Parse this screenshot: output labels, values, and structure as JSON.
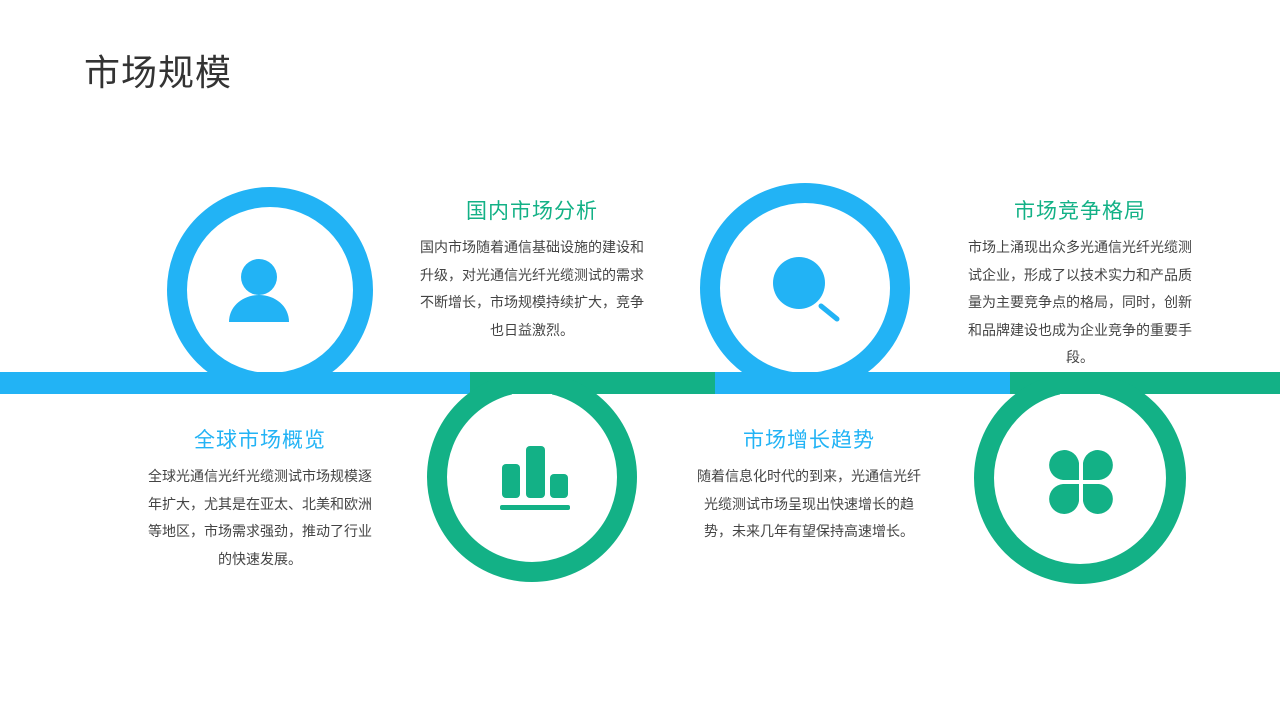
{
  "page": {
    "title": "市场规模"
  },
  "colors": {
    "blue": "#22b3f5",
    "green": "#13b186",
    "text": "#444444",
    "title": "#333333"
  },
  "steps": [
    {
      "heading": "全球市场概览",
      "body": "全球光通信光纤光缆测试市场规模逐年扩大，尤其是在亚太、北美和欧洲等地区，市场需求强劲，推动了行业的快速发展。",
      "icon": "user-icon",
      "color": "blue"
    },
    {
      "heading": "国内市场分析",
      "body": "国内市场随着通信基础设施的建设和升级，对光通信光纤光缆测试的需求不断增长，市场规模持续扩大，竞争也日益激烈。",
      "icon": "bar-chart-icon",
      "color": "green"
    },
    {
      "heading": "市场增长趋势",
      "body": "随着信息化时代的到来，光通信光纤光缆测试市场呈现出快速增长的趋势，未来几年有望保持高速增长。",
      "icon": "search-icon",
      "color": "blue"
    },
    {
      "heading": "市场竞争格局",
      "body": "市场上涌现出众多光通信光纤光缆测试企业，形成了以技术实力和产品质量为主要竞争点的格局，同时，创新和品牌建设也成为企业竞争的重要手段。",
      "icon": "four-petal-icon",
      "color": "green"
    }
  ]
}
